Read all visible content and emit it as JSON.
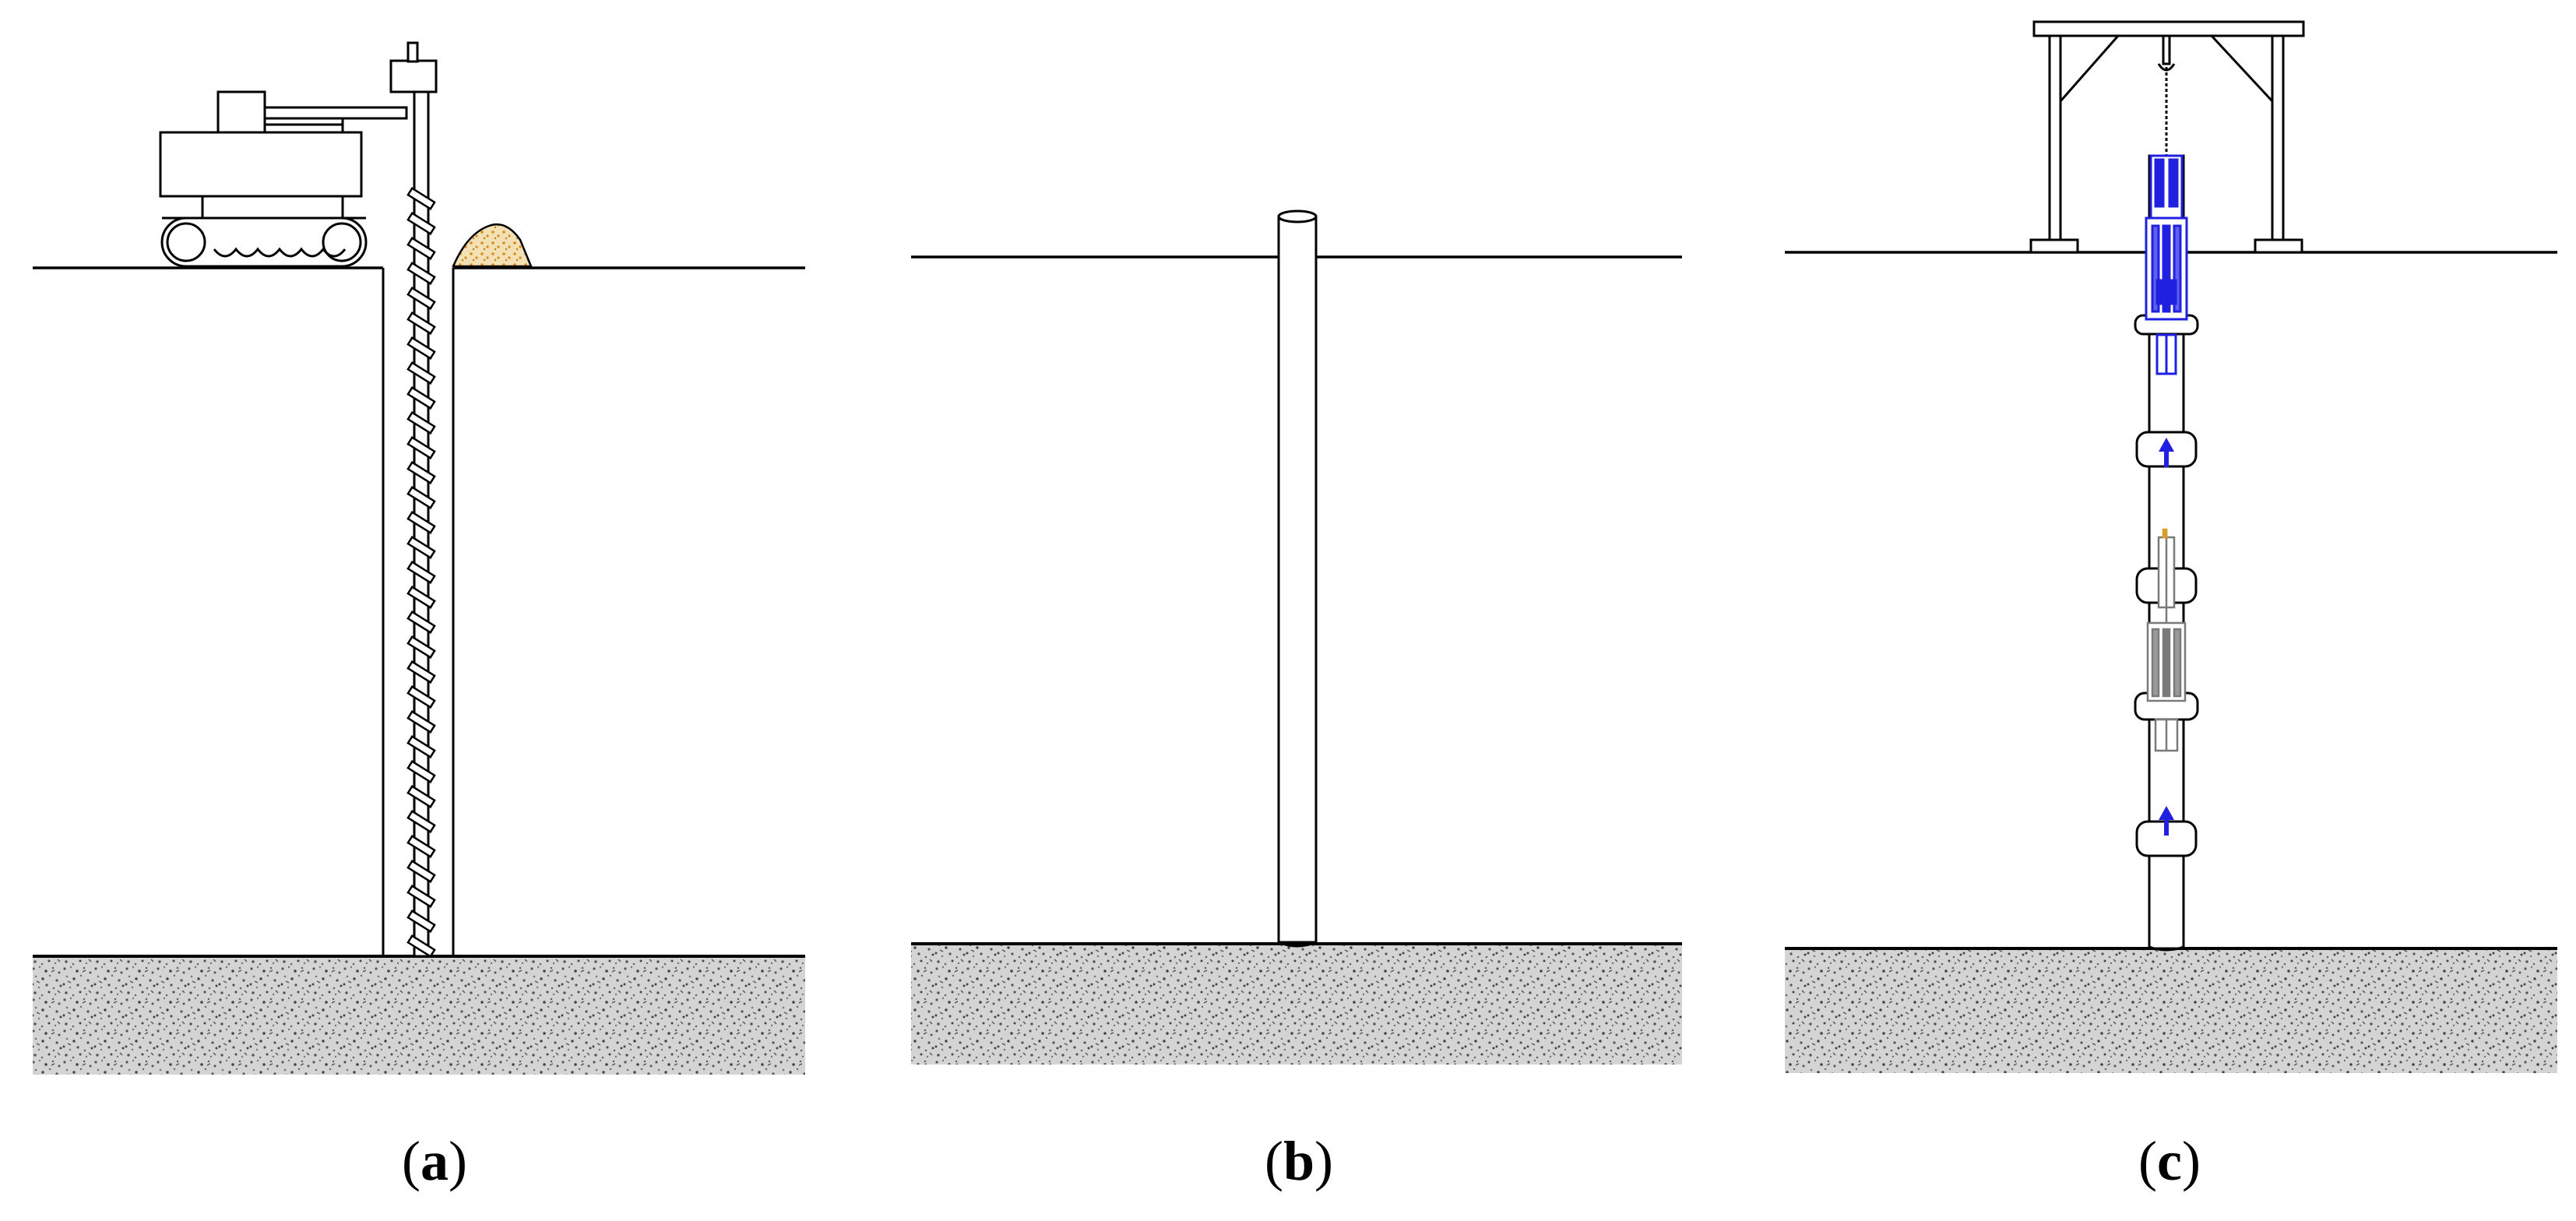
{
  "panels": [
    {
      "id": "a",
      "open": "(",
      "letter": "a",
      "close": ")"
    },
    {
      "id": "b",
      "open": "(",
      "letter": "b",
      "close": ")"
    },
    {
      "id": "c",
      "open": "(",
      "letter": "c",
      "close": ")"
    }
  ],
  "colors": {
    "line": "#000000",
    "soil": "#b8b8b8",
    "soil_dot": "#555555",
    "device": "#2020e0",
    "device_gray": "#8a8a8a",
    "spoil": "#f0d9a8",
    "spoil_dot": "#d98c1a"
  }
}
